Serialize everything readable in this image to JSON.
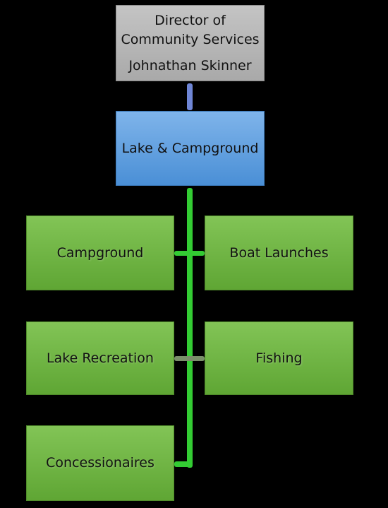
{
  "director": {
    "title_line1": "Director of",
    "title_line2": "Community Services",
    "name": "Johnathan Skinner"
  },
  "department": {
    "label": "Lake & Campground"
  },
  "units": [
    {
      "label": "Campground"
    },
    {
      "label": "Boat Launches"
    },
    {
      "label": "Lake Recreation"
    },
    {
      "label": "Fishing"
    },
    {
      "label": "Concessionaires"
    }
  ],
  "colors": {
    "director_fill": "#b5b5b5",
    "department_fill": "#5b9bd5",
    "unit_fill": "#70b544",
    "connector_top": "#6f86d6",
    "connector_main": "#33cc33",
    "connector_mid": "#7a8f6a"
  }
}
